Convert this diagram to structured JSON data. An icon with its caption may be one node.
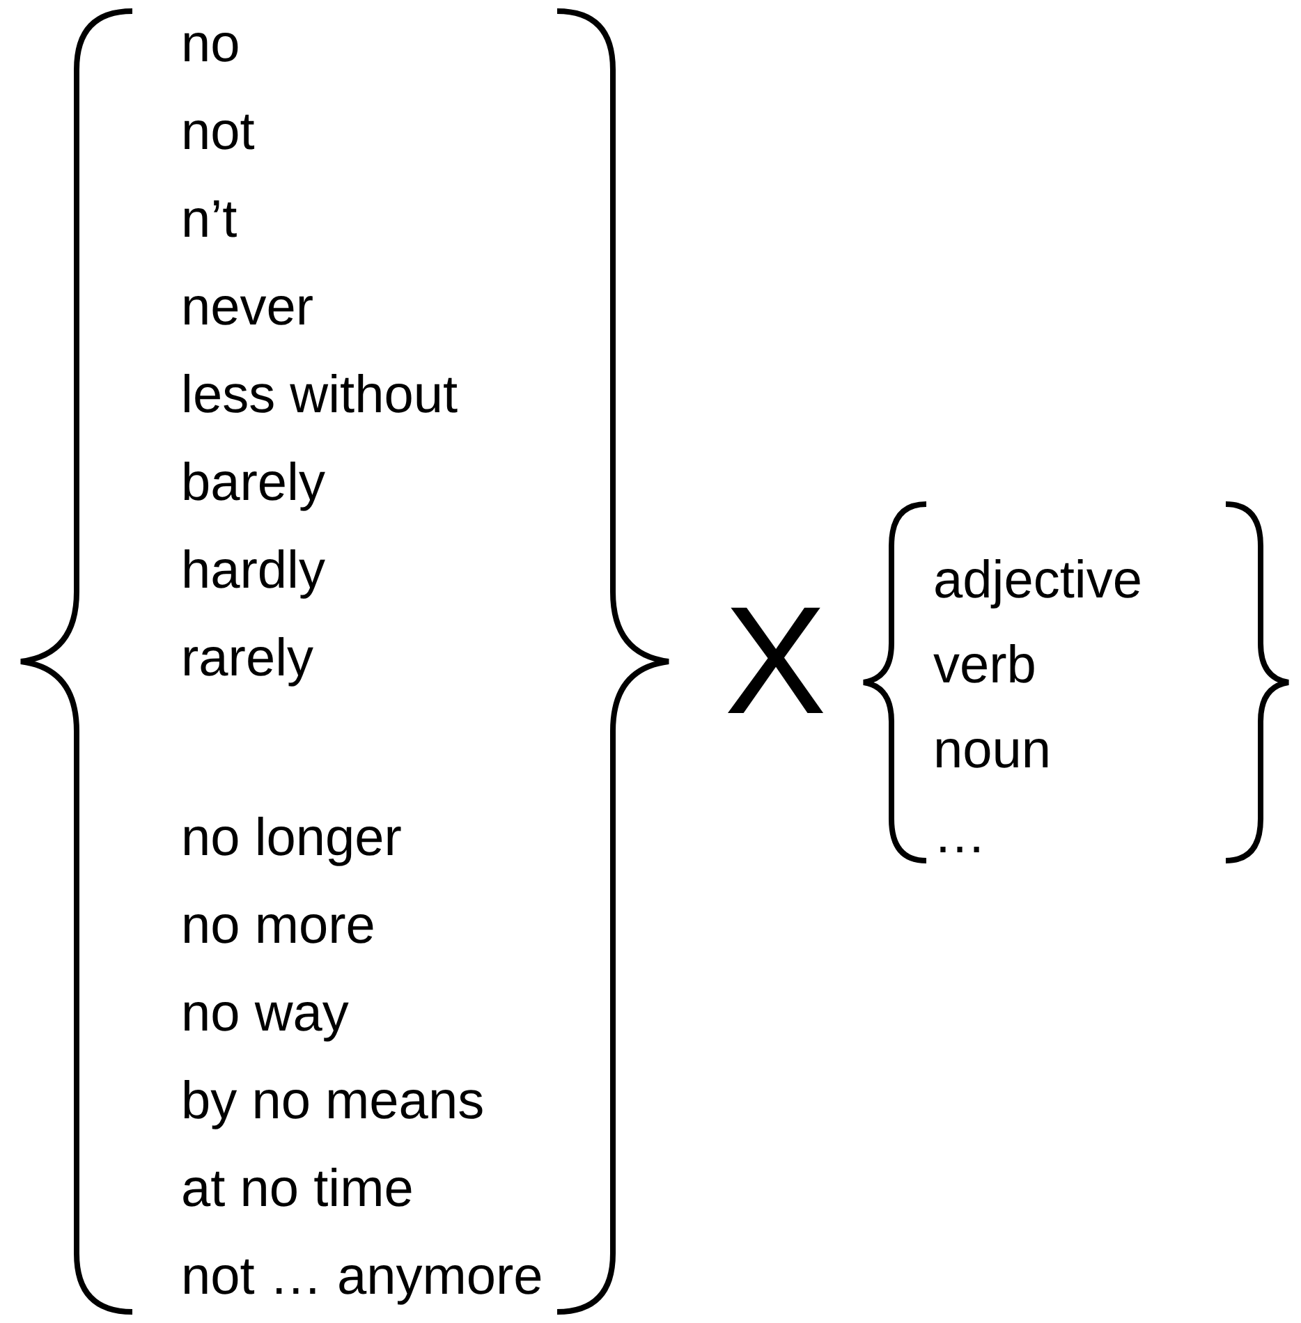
{
  "diagram": {
    "labels": [
      "no",
      "not",
      "n’t",
      "never",
      "less without",
      "barely",
      "hardly",
      "rarely",
      "no longer",
      "no more",
      "no way",
      "by no means",
      "at no time",
      "not … anymore",
      "X",
      "adjective",
      "verb",
      "noun",
      "…"
    ]
  }
}
